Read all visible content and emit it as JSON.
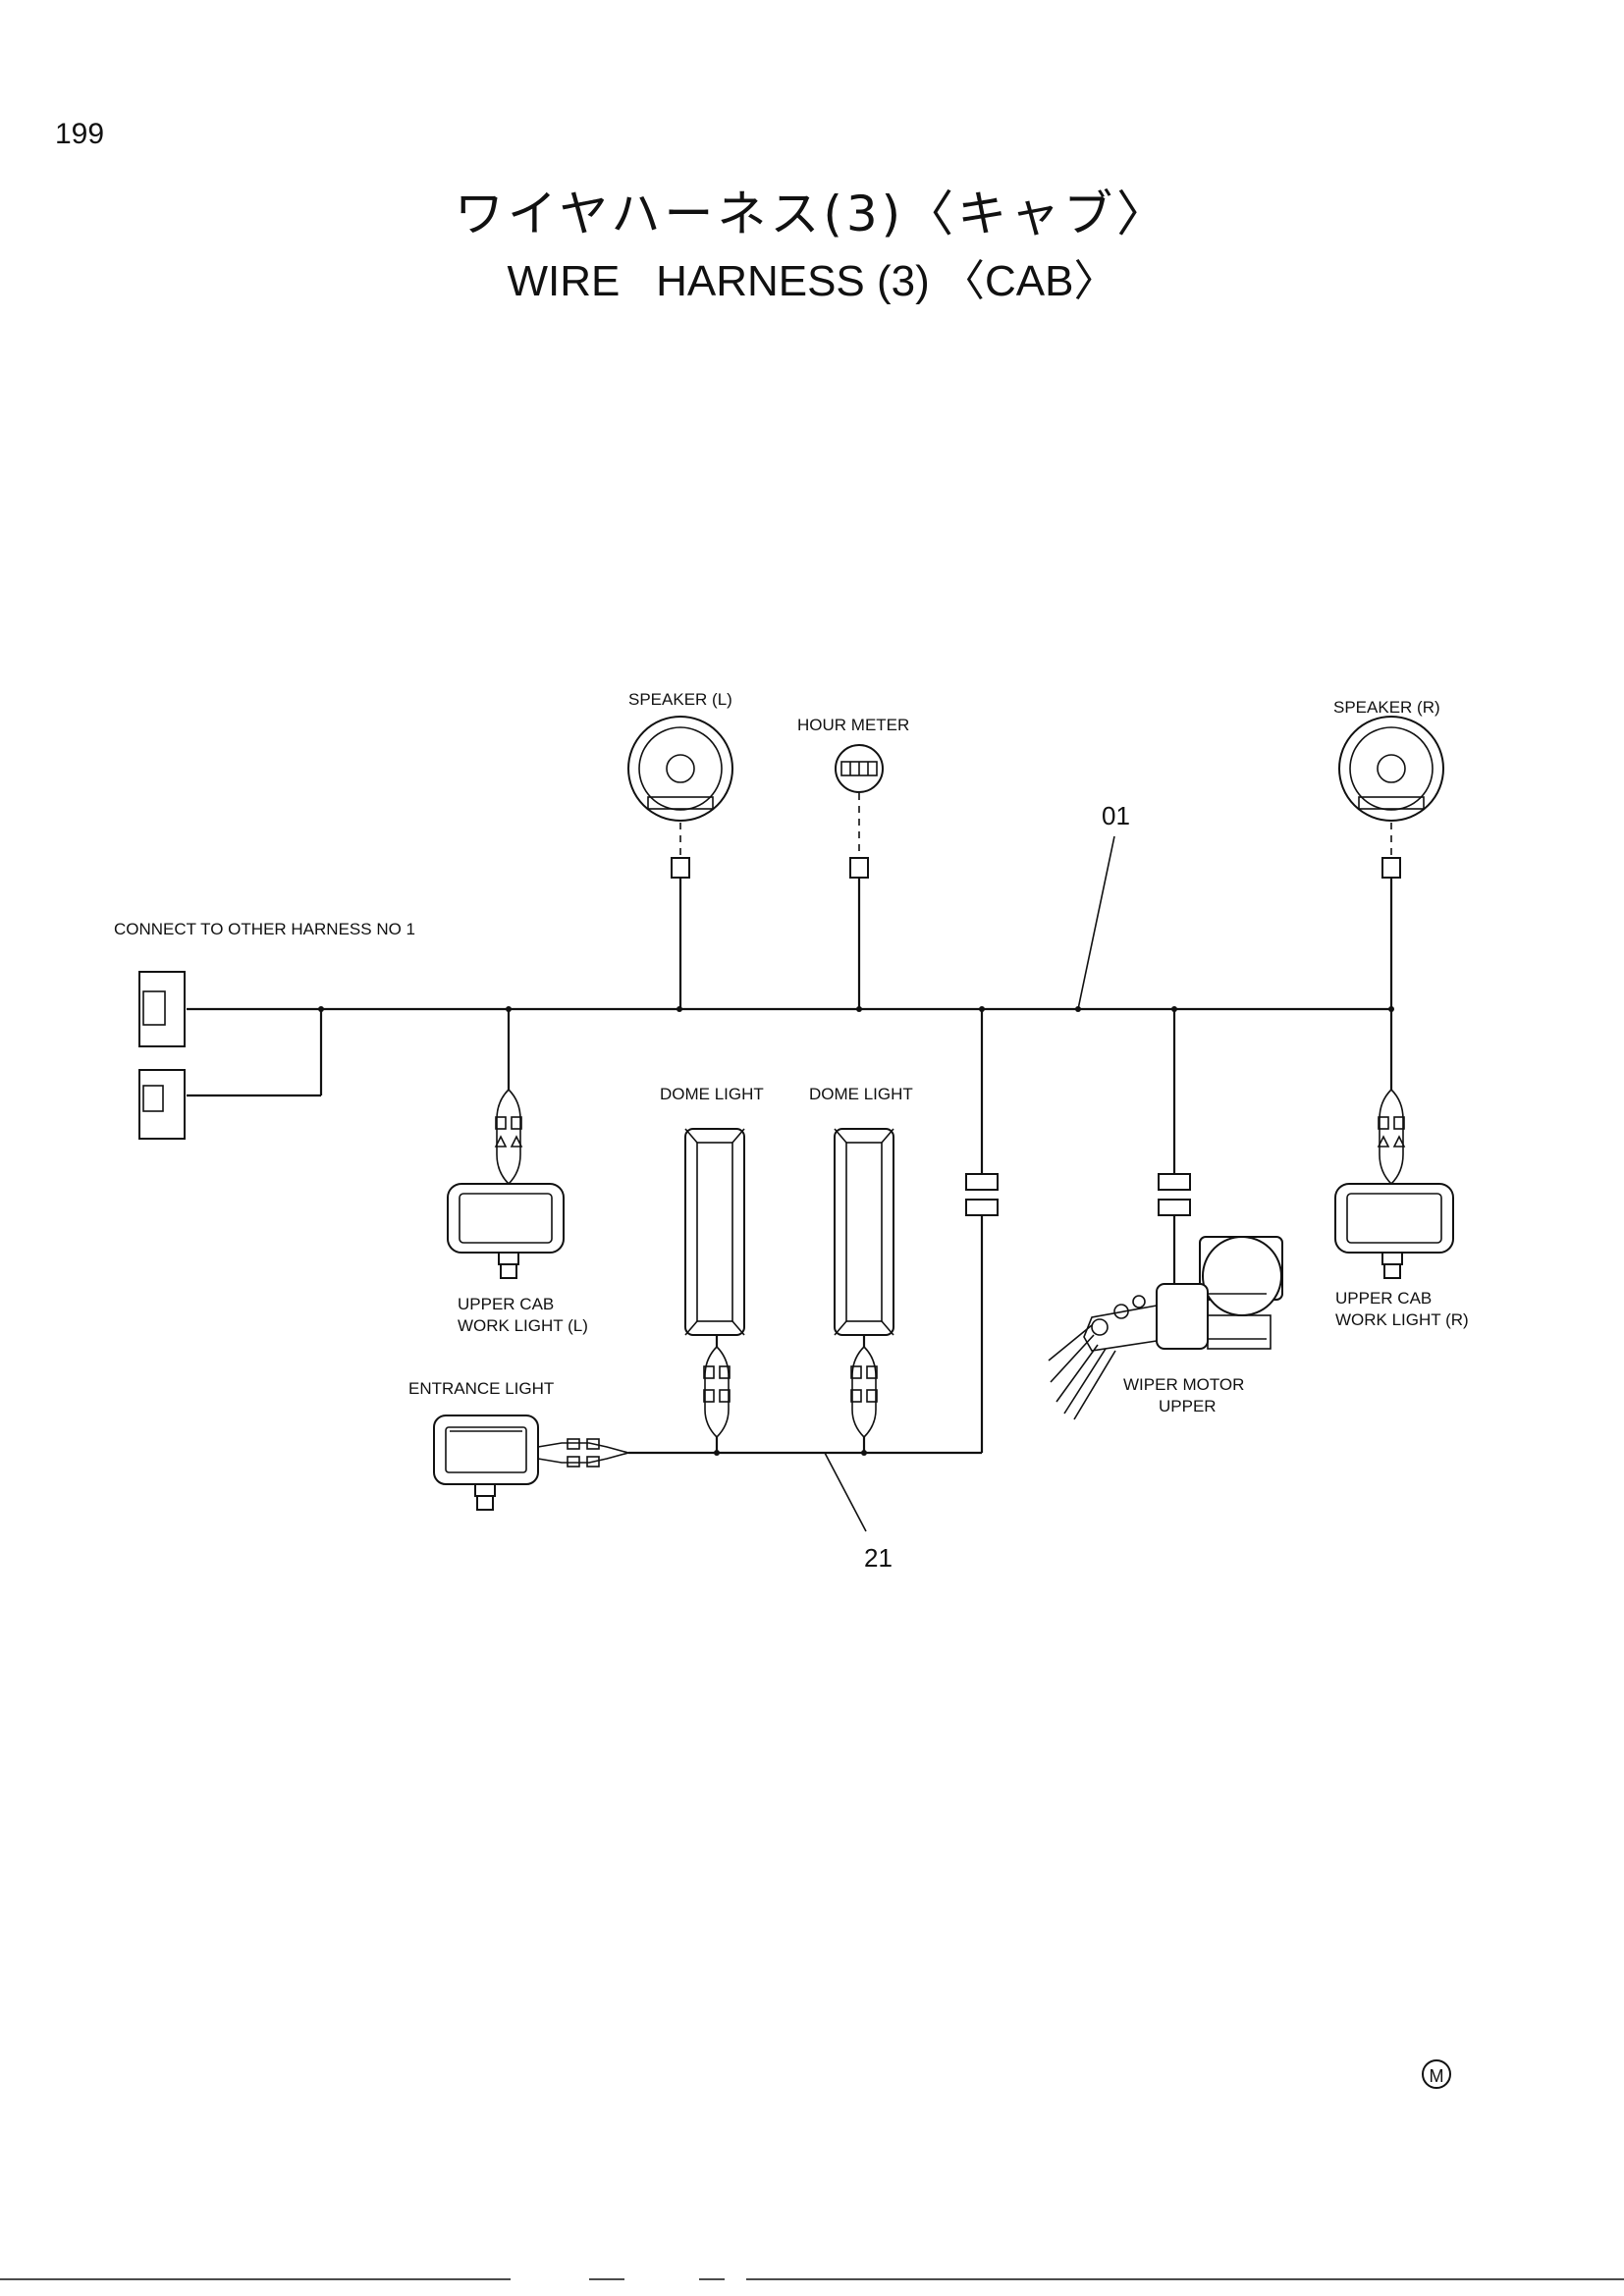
{
  "page_number": "199",
  "title_jp": "ワイヤハーネス(3)〈キャブ〉",
  "title_en": "WIRE   HARNESS (3) 〈CAB〉",
  "labels": {
    "connect": "CONNECT TO OTHER HARNESS NO 1",
    "speaker_l": "SPEAKER (L)",
    "hour_meter": "HOUR METER",
    "speaker_r": "SPEAKER (R)",
    "dome_light_1": "DOME LIGHT",
    "dome_light_2": "DOME LIGHT",
    "work_light_l_1": "UPPER CAB",
    "work_light_l_2": "WORK LIGHT (L)",
    "work_light_r_1": "UPPER CAB",
    "work_light_r_2": "WORK LIGHT (R)",
    "entrance_light": "ENTRANCE LIGHT",
    "wiper_1": "WIPER MOTOR",
    "wiper_2": "UPPER"
  },
  "callouts": {
    "harness_01": "01",
    "harness_21": "21"
  },
  "mark": "M"
}
